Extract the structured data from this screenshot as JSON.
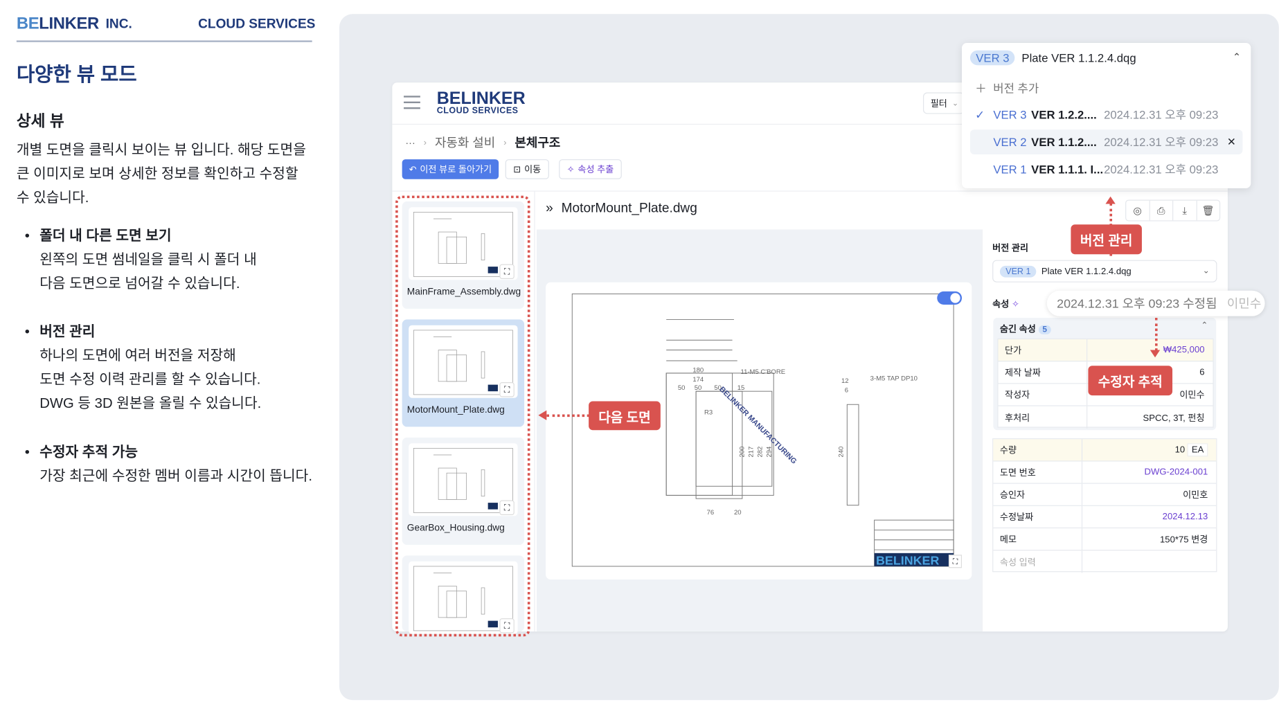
{
  "left": {
    "brand_be": "BE",
    "brand_rest": "LINKER",
    "brand_inc": "INC.",
    "brand_right": "CLOUD SERVICES",
    "title": "다양한 뷰 모드",
    "subtitle": "상세 뷰",
    "description": "개별 도면을 클릭시 보이는 뷰 입니다. 해당 도면을 큰 이미지로 보며 상세한 정보를 확인하고 수정할 수 있습니다.",
    "bullets": [
      {
        "heading": "폴더 내 다른 도면 보기",
        "lines": [
          "왼쪽의 도면 썸네일을 클릭 시 폴더 내",
          "다음 도면으로 넘어갈 수 있습니다."
        ]
      },
      {
        "heading": "버전 관리",
        "lines": [
          "하나의 도면에 여러 버전을 저장해",
          "도면 수정 이력 관리를 할 수 있습니다.",
          "DWG 등 3D 원본을 올릴 수 있습니다."
        ]
      },
      {
        "heading": "수정자 추적 가능",
        "lines": [
          "가장 최근에 수정한 멤버 이름과 시간이 뜹니다."
        ]
      }
    ]
  },
  "app": {
    "logo_main": "BELINKER",
    "logo_sub": "CLOUD SERVICES",
    "filter_label": "필터",
    "breadcrumb": [
      "···",
      "자동화 설비",
      "본체구조"
    ],
    "buttons": {
      "back": "이전 뷰로 돌아가기",
      "move": "이동",
      "extract": "속성 추출"
    },
    "thumbnails": [
      {
        "name": "MainFrame_Assembly.dwg"
      },
      {
        "name": "MotorMount_Plate.dwg",
        "selected": true
      },
      {
        "name": "GearBox_Housing.dwg"
      },
      {
        "name": ""
      }
    ],
    "file_title": "MotorMount_Plate.dwg",
    "drawing": {
      "watermark": "BELINKER MANUFACTURING",
      "logo": "BELINKER",
      "dims": [
        "180",
        "174",
        "50",
        "50",
        "50",
        "15",
        "11-M5 C'BORE",
        "3-M5 TAP DP10",
        "12",
        "6",
        "240",
        "200",
        "217",
        "282",
        "294",
        "76",
        "20",
        "R3"
      ],
      "toggle_on": true
    },
    "right": {
      "version_label": "버전 관리",
      "version_tag": "VER 1",
      "version_file": "Plate VER 1.1.2.4.dqg",
      "attr_label": "속성",
      "hidden_label": "숨긴 속성",
      "hidden_count": "5",
      "hidden_rows": [
        {
          "k": "단가",
          "v": "₩425,000"
        },
        {
          "k": "제작 날짜",
          "v": "6"
        },
        {
          "k": "작성자",
          "v": "이민수"
        },
        {
          "k": "후처리",
          "v": "SPCC, 3T, 펀칭"
        }
      ],
      "rows": [
        {
          "k": "수량",
          "v": "10",
          "unit": "EA"
        },
        {
          "k": "도면 번호",
          "v": "DWG-2024-001"
        },
        {
          "k": "승인자",
          "v": "이민호"
        },
        {
          "k": "수정날짜",
          "v": "2024.12.13"
        },
        {
          "k": "메모",
          "v": "150*75 변경"
        },
        {
          "k": "속성 입력",
          "v": ""
        }
      ]
    },
    "tooltip": {
      "text": "2024.12.31 오후 09:23 수정됨",
      "user": "이민수"
    }
  },
  "dropdown": {
    "current_tag": "VER 3",
    "current_file": "Plate VER 1.1.2.4.dqg",
    "add_label": "버전 추가",
    "items": [
      {
        "ver": "VER 3",
        "file": "VER 1.2.2....",
        "date": "2024.12.31 오후 09:23",
        "checked": true
      },
      {
        "ver": "VER 2",
        "file": "VER 1.1.2....",
        "date": "2024.12.31 오후 09:23",
        "hover": true
      },
      {
        "ver": "VER 1",
        "file": "VER 1.1.1. I...",
        "date": "2024.12.31 오후 09:23"
      }
    ]
  },
  "callouts": {
    "version": "버전 관리",
    "editor": "수정자 추적",
    "next": "다음 도면"
  },
  "colors": {
    "accent": "#4f7be8",
    "callout": "#d9534f",
    "navy": "#1f3a7a",
    "purple": "#6a3fd0"
  }
}
